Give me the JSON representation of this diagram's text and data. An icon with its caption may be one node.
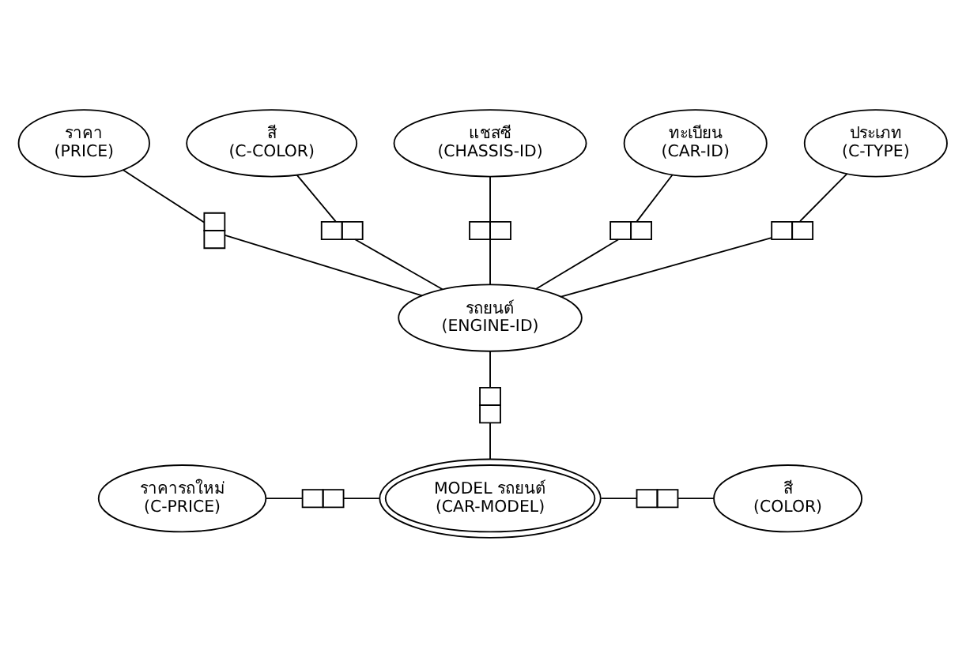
{
  "diagram": {
    "nodes": [
      {
        "text": [
          "ราคา",
          "(PRICE)"
        ]
      },
      {
        "text": [
          "สี",
          "(C-COLOR)"
        ]
      },
      {
        "text": [
          "แชสซี",
          "(CHASSIS-ID)"
        ]
      },
      {
        "text": [
          "ทะเบียน",
          "(CAR-ID)"
        ]
      },
      {
        "text": [
          "ประเภท",
          "(C-TYPE)"
        ]
      },
      {
        "text": [
          "รถยนต์",
          "(ENGINE-ID)"
        ]
      },
      {
        "text": [
          "ราคารถใหม่",
          "(C-PRICE)"
        ]
      },
      {
        "text": [
          "MODEL รถยนต์",
          "(CAR-MODEL)"
        ]
      },
      {
        "text": [
          "สี",
          "(COLOR)"
        ]
      },
      {
        "text": [],
        "shape": "box"
      },
      {
        "text": [],
        "shape": "box"
      },
      {
        "text": [],
        "shape": "box"
      },
      {
        "text": [],
        "shape": "box"
      },
      {
        "text": [],
        "shape": "box"
      },
      {
        "text": [],
        "shape": "box"
      },
      {
        "text": [],
        "shape": "box"
      },
      {
        "text": [],
        "shape": "box"
      }
    ],
    "edges": [
      {
        "from": 0,
        "to": 9,
        "arrow": "none"
      },
      {
        "from": 9,
        "to": 5,
        "arrow": "none"
      },
      {
        "from": 1,
        "to": 10,
        "arrow": "none"
      },
      {
        "from": 10,
        "to": 5,
        "arrow": "none"
      },
      {
        "from": 2,
        "to": 11,
        "arrow": "none"
      },
      {
        "from": 11,
        "to": 5,
        "arrow": "none"
      },
      {
        "from": 3,
        "to": 12,
        "arrow": "none"
      },
      {
        "from": 12,
        "to": 5,
        "arrow": "none"
      },
      {
        "from": 4,
        "to": 13,
        "arrow": "none"
      },
      {
        "from": 13,
        "to": 5,
        "arrow": "none"
      },
      {
        "from": 5,
        "to": 14,
        "arrow": "none"
      },
      {
        "from": 14,
        "to": 7,
        "arrow": "none"
      },
      {
        "from": 6,
        "to": 15,
        "arrow": "none"
      },
      {
        "from": 15,
        "to": 7,
        "arrow": "none"
      },
      {
        "from": 7,
        "to": 16,
        "arrow": "none"
      },
      {
        "from": 16,
        "to": 8,
        "arrow": "none"
      }
    ]
  }
}
